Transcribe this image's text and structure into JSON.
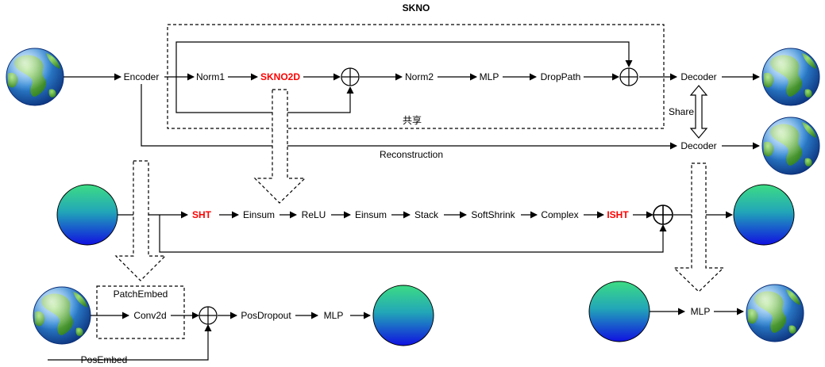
{
  "title": "SKNO",
  "colors": {
    "highlight": "#ff0000",
    "ball_top": "#3ddc84",
    "ball_bottom": "#1010e0",
    "ocean": "#1e73be",
    "land": "#4caf32"
  },
  "icons": [
    "earth-globe-icon",
    "gradient-sphere-icon",
    "plus-circle-icon"
  ],
  "top_row": {
    "encoder": "Encoder",
    "norm1": "Norm1",
    "skno2d": "SKNO2D",
    "norm2": "Norm2",
    "mlp": "MLP",
    "droppath": "DropPath",
    "decoder": "Decoder",
    "shared_note": "共享",
    "share": "Share",
    "decoder2": "Decoder",
    "reconstruction": "Reconstruction"
  },
  "middle_row": {
    "sht": "SHT",
    "einsum1": "Einsum",
    "relu": "ReLU",
    "einsum2": "Einsum",
    "stack": "Stack",
    "softshrink": "SoftShrink",
    "complex": "Complex",
    "isht": "ISHT"
  },
  "bottom_left": {
    "patchembed": "PatchEmbed",
    "conv2d": "Conv2d",
    "posdropout": "PosDropout",
    "mlp": "MLP",
    "posembed": "PosEmbed"
  },
  "bottom_right": {
    "mlp": "MLP"
  }
}
